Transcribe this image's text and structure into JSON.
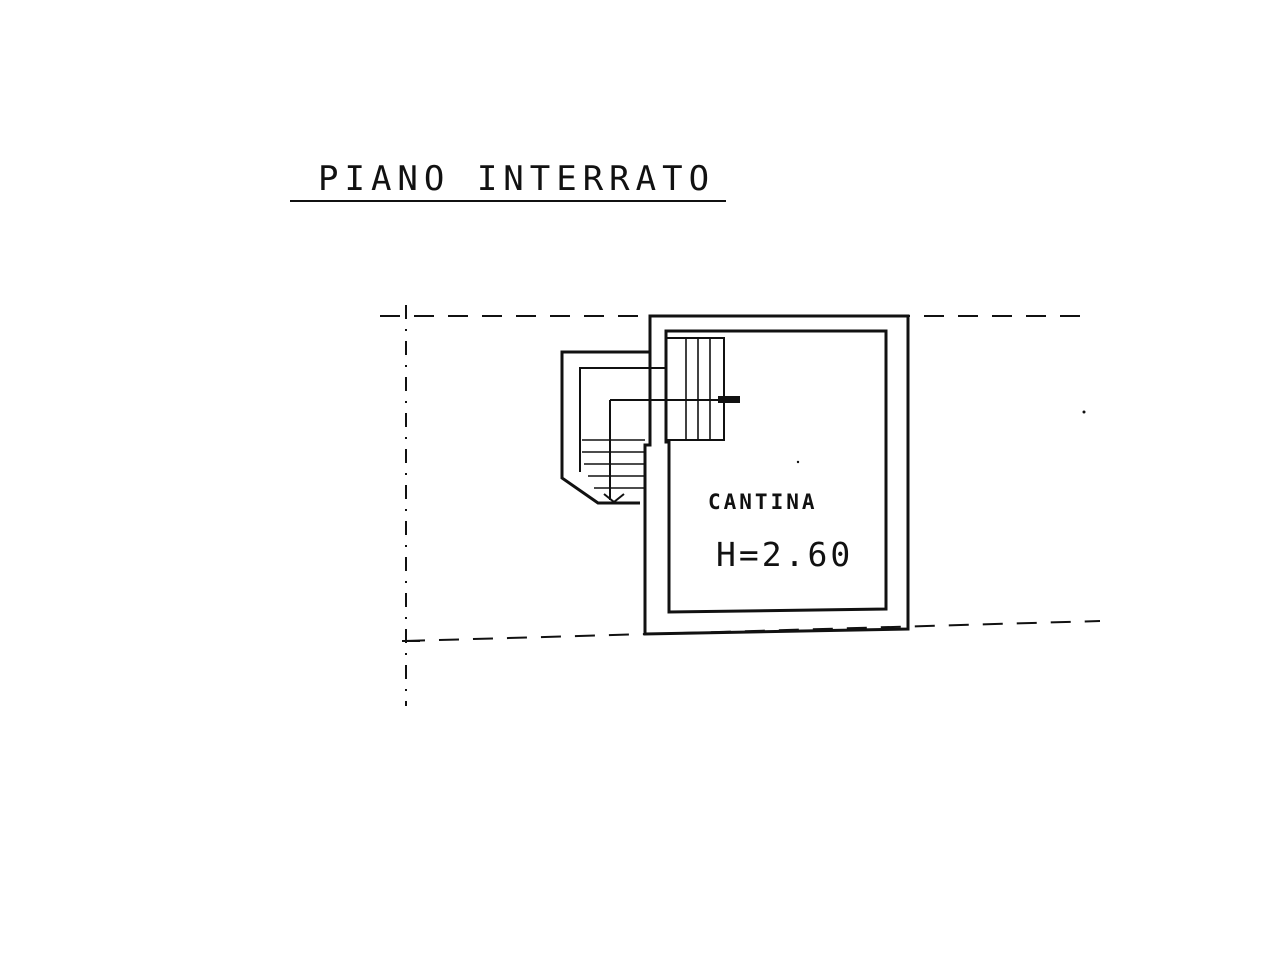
{
  "plan": {
    "title": "PIANO INTERRATO",
    "room": {
      "name": "CANTINA",
      "height_label": "H=2.60"
    }
  }
}
